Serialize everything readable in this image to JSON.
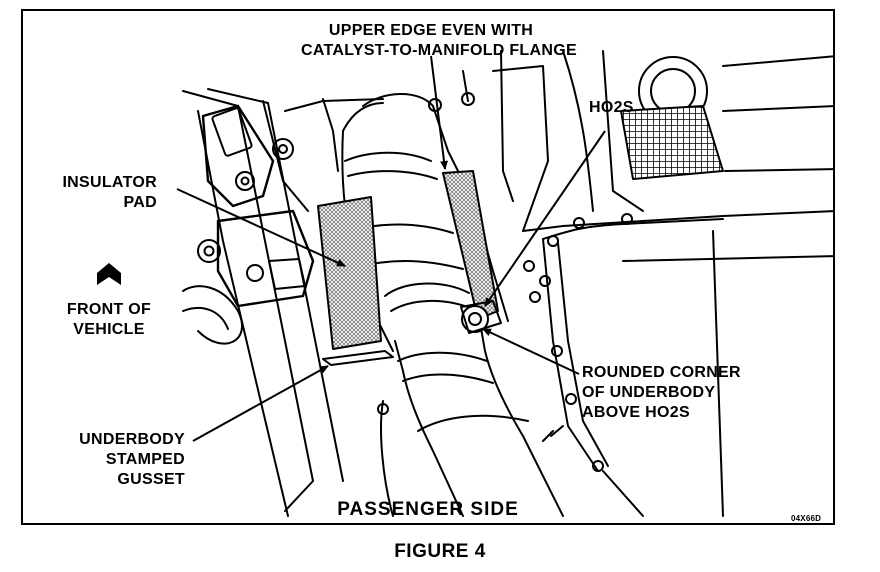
{
  "labels": {
    "upper_edge_line1": "UPPER EDGE EVEN WITH",
    "upper_edge_line2": "CATALYST-TO-MANIFOLD FLANGE",
    "ho2s": "HO2S",
    "insulator_line1": "INSULATOR",
    "insulator_line2": "PAD",
    "front_line1": "FRONT OF",
    "front_line2": "VEHICLE",
    "rounded_line1": "ROUNDED CORNER",
    "rounded_line2": "OF UNDERBODY",
    "rounded_line3": "ABOVE HO2S",
    "gusset_line1": "UNDERBODY",
    "gusset_line2": "STAMPED",
    "gusset_line3": "GUSSET",
    "passenger_side": "PASSENGER SIDE",
    "figure_code": "04X66D"
  },
  "caption": "FIGURE 4",
  "colors": {
    "ink": "#000000",
    "paper": "#ffffff",
    "pad_fill": "#cfcfcf"
  }
}
